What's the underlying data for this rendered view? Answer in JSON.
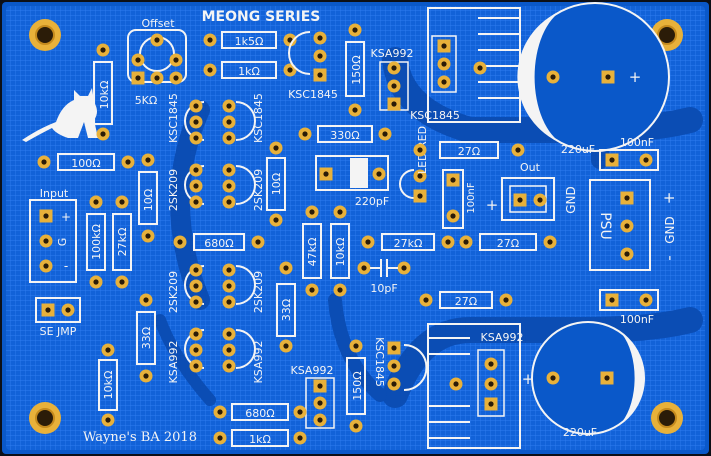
{
  "board": {
    "title": "MEONG SERIES",
    "credit": "Wayne's BA 2018",
    "colors": {
      "substrate": "#0a58c9",
      "copper_pour": "#1262d8",
      "trace": "#0b4db4",
      "silkscreen": "#f4f4f4",
      "pad_gold": "#e8b13a",
      "pad_hole": "#2b1c08",
      "hatch": "#2f7cf0"
    }
  },
  "labels": {
    "offset": "Offset",
    "trim_value": "5KΩ",
    "input": "Input",
    "input_pos": "+",
    "input_gnd": "G",
    "input_neg": "-",
    "se_jmp": "SE JMP",
    "out": "Out",
    "gnd_out": "GND",
    "psu": "PSU",
    "psu_pos": "+",
    "psu_gnd": "GND",
    "psu_neg": "-",
    "led_red": "LED RED",
    "cap_pos_top": "+",
    "cap_pos_bottom": "+",
    "out_cap_pos": "+"
  },
  "resistors": {
    "r_1k5": "1k5Ω",
    "r_1k_top": "1kΩ",
    "r_150_top": "150Ω",
    "r_10k_left": "10kΩ",
    "r_330": "330Ω",
    "r_100": "100Ω",
    "r_10_a": "10Ω",
    "r_10_b": "10Ω",
    "r_27_top": "27Ω",
    "r_100k": "100kΩ",
    "r_27k_left": "27kΩ",
    "r_680_top": "680Ω",
    "r_47k": "47kΩ",
    "r_10k_mid": "10kΩ",
    "r_27k_mid": "27kΩ",
    "r_27_mid": "27Ω",
    "r_27_bottom": "27Ω",
    "r_33_a": "33Ω",
    "r_33_b": "33Ω",
    "r_10k_bottom": "10kΩ",
    "r_150_bottom": "150Ω",
    "r_680_bottom": "680Ω",
    "r_1k_bottom": "1kΩ"
  },
  "capacitors": {
    "c_220p": "220pF",
    "c_10p": "10pF",
    "c_100n_mid": "100nF",
    "c_100n_top": "100nF",
    "c_100n_bottom": "100nF",
    "c_220u_top": "220uF",
    "c_220u_bottom": "220uF"
  },
  "transistors": {
    "q_ksa992_top": "KSA992",
    "q_ksc1845_top": "KSC1845",
    "q_ksc1845_heatsink": "KSC1845",
    "q_ksc1845_left_a": "KSC1845",
    "q_ksc1845_left_b": "KSC1845",
    "q_2sk209_a": "2SK209",
    "q_2sk209_b": "2SK209",
    "q_2sk209_c": "2SK209",
    "q_2sk209_d": "2SK209",
    "q_ksa992_a": "KSA992",
    "q_ksa992_b": "KSA992",
    "q_ksa992_bottom": "KSA992",
    "q_ksc1845_bottom": "KSC1845",
    "q_ksa992_heatsink": "KSA992"
  }
}
